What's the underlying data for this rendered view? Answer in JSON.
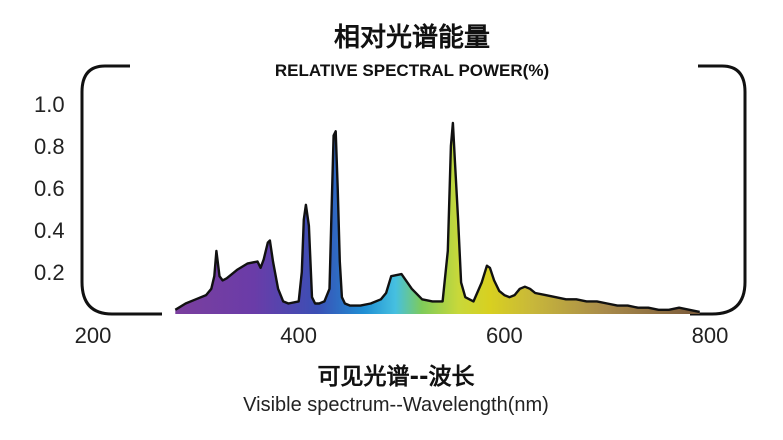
{
  "chart_data": {
    "type": "area",
    "title": "相对光谱能量",
    "subtitle": "RELATIVE SPECTRAL POWER(%)",
    "xlabel": "可见光谱--波长",
    "xlabel_secondary": "Visible spectrum--Wavelength(nm)",
    "ylabel": "",
    "xlim": [
      200,
      800
    ],
    "ylim": [
      0,
      1.0
    ],
    "x_ticks": [
      "200",
      "400",
      "600",
      "800"
    ],
    "y_ticks": [
      "0.2",
      "0.4",
      "0.6",
      "0.8",
      "1.0"
    ],
    "grid": false,
    "series": [
      {
        "x": [
          280,
          290,
          300,
          310,
          315,
          318,
          320,
          323,
          326,
          330,
          340,
          350,
          360,
          363,
          366,
          370,
          372,
          375,
          380,
          385,
          390,
          400,
          403,
          405,
          407,
          410,
          413,
          416,
          420,
          425,
          430,
          432,
          434,
          436,
          438,
          440,
          442,
          445,
          450,
          460,
          470,
          480,
          485,
          490,
          500,
          510,
          520,
          530,
          540,
          545,
          548,
          550,
          552,
          555,
          558,
          562,
          570,
          578,
          583,
          586,
          590,
          595,
          600,
          605,
          610,
          615,
          620,
          625,
          630,
          640,
          650,
          660,
          670,
          680,
          690,
          700,
          710,
          720,
          730,
          740,
          750,
          760,
          770,
          780,
          790
        ],
        "y": [
          0.02,
          0.05,
          0.07,
          0.09,
          0.12,
          0.18,
          0.3,
          0.18,
          0.16,
          0.17,
          0.21,
          0.24,
          0.25,
          0.22,
          0.26,
          0.34,
          0.35,
          0.25,
          0.12,
          0.06,
          0.05,
          0.06,
          0.2,
          0.45,
          0.52,
          0.42,
          0.08,
          0.05,
          0.05,
          0.06,
          0.12,
          0.5,
          0.85,
          0.87,
          0.6,
          0.25,
          0.08,
          0.05,
          0.04,
          0.04,
          0.05,
          0.07,
          0.1,
          0.18,
          0.19,
          0.12,
          0.07,
          0.06,
          0.06,
          0.3,
          0.8,
          0.91,
          0.72,
          0.45,
          0.15,
          0.08,
          0.06,
          0.15,
          0.23,
          0.22,
          0.16,
          0.11,
          0.09,
          0.08,
          0.09,
          0.12,
          0.13,
          0.12,
          0.1,
          0.09,
          0.08,
          0.07,
          0.07,
          0.06,
          0.06,
          0.05,
          0.04,
          0.04,
          0.03,
          0.03,
          0.02,
          0.02,
          0.03,
          0.02,
          0.01
        ]
      }
    ]
  }
}
